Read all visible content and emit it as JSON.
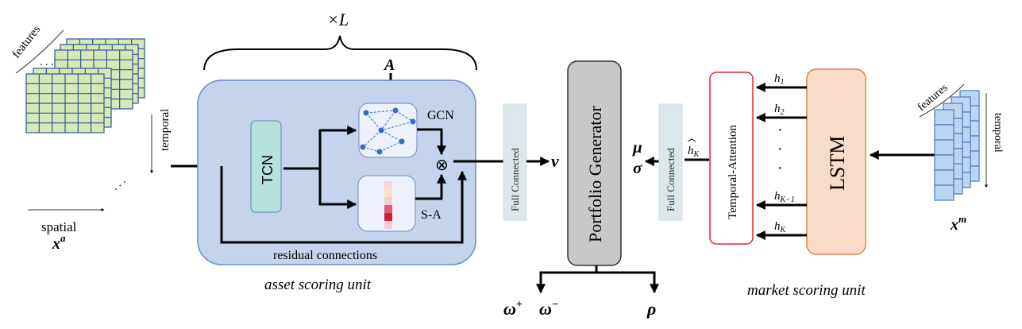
{
  "asset_input": {
    "features_label": "features",
    "temporal_label": "temporal",
    "spatial_label": "spatial",
    "symbol_base": "x",
    "symbol_sup": "a"
  },
  "asset_unit": {
    "repeat_label": "×L",
    "adjacency_label": "A",
    "tcn_label": "TCN",
    "gcn_label": "GCN",
    "sa_label": "S-A",
    "combine_symbol": "⊗",
    "residual_label": "residual connections",
    "caption": "asset scoring unit",
    "attention_colors": [
      "#f7d6dc",
      "#fae0c8",
      "#f3d0d0",
      "#e35b77",
      "#cf1f35",
      "#f9cbd6"
    ]
  },
  "fc_left": {
    "label": "Full Connected",
    "output": "v"
  },
  "portfolio": {
    "label": "Portfolio Generator",
    "outputs": {
      "w_plus": "ω",
      "w_plus_sup": "+",
      "w_minus": "ω",
      "w_minus_sup": "−",
      "rho": "ρ"
    }
  },
  "fc_right": {
    "label": "Full Connected",
    "out_mu": "μ",
    "out_sigma": "σ"
  },
  "market_unit": {
    "attention_label": "Temporal-Attention",
    "lstm_label": "LSTM",
    "hk_hat_base": "h",
    "hk_hat_sub": "K",
    "hidden": [
      {
        "base": "h",
        "sub": "1"
      },
      {
        "base": "h",
        "sub": "2"
      },
      {
        "base": "h",
        "sub": "K−1"
      },
      {
        "base": "h",
        "sub": "K"
      }
    ],
    "dots": "·",
    "caption": "market scoring unit"
  },
  "market_input": {
    "features_label": "features",
    "temporal_label": "temporal",
    "symbol_base": "x",
    "symbol_sup": "m"
  },
  "colors": {
    "asset_unit_fill": "#c5d3ec",
    "asset_unit_stroke": "#6c8dc6",
    "tcn_fill": "#b5e2dc",
    "grid_fill": "#d7e8b7",
    "grid_stroke": "#2e5597",
    "fc_fill": "#dbe7ea",
    "portfolio_fill": "#c8c8c8",
    "attention_stroke": "#e8262c",
    "lstm_fill": "#f8dcc8",
    "lstm_stroke": "#e18346",
    "market_cell_fill": "#bcd6f2",
    "market_cell_stroke": "#4a78c2",
    "node_color": "#3b6cc2"
  }
}
